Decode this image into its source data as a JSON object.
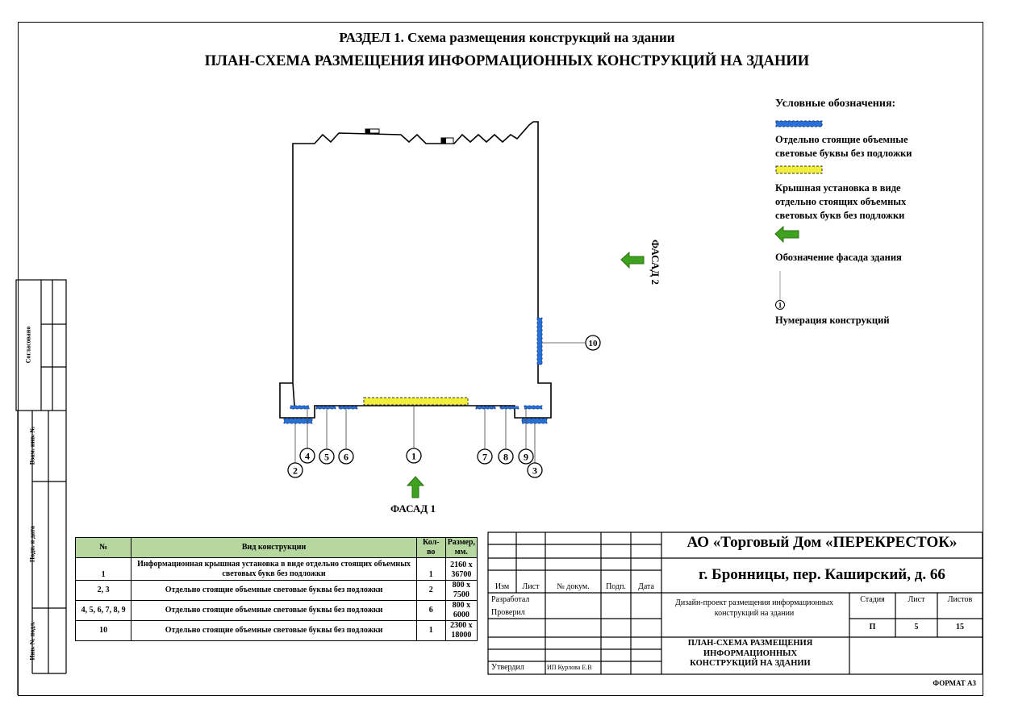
{
  "header": {
    "section_title": "РАЗДЕЛ 1. Схема размещения конструкций на здании",
    "plan_title": "ПЛАН-СХЕМА РАЗМЕЩЕНИЯ ИНФОРМАЦИОННЫХ КОНСТРУКЦИЙ НА ЗДАНИИ"
  },
  "legend": {
    "title": "Условные обозначения:",
    "items": [
      {
        "label": "Отдельно стоящие объемные световые буквы без подложки",
        "color": "#2a6fd6"
      },
      {
        "label": "Крышная установка в виде отдельно стоящих объемных световых букв без подложки",
        "color": "#f2ee3c"
      },
      {
        "label": "Обозначение фасада здания",
        "color": "#3fa21e"
      },
      {
        "label": "Нумерация конструкций",
        "marker": "1"
      }
    ]
  },
  "plan": {
    "facade1": "ФАСАД 1",
    "facade2": "ФАСАД 2",
    "markers": [
      "1",
      "2",
      "3",
      "4",
      "5",
      "6",
      "7",
      "8",
      "9",
      "10"
    ]
  },
  "spec_table": {
    "headers": [
      "№",
      "Вид конструкции",
      "Кол-во",
      "Размер, мм."
    ],
    "rows": [
      [
        "1",
        "Информационная крышная установка в виде отдельно стоящих объемных световых букв без подложки",
        "1",
        "2160 x 36700"
      ],
      [
        "2, 3",
        "Отдельно стоящие объемные световые буквы без подложки",
        "2",
        "800 x 7500"
      ],
      [
        "4, 5, 6, 7, 8, 9",
        "Отдельно стоящие объемные световые буквы без подложки",
        "6",
        "800 x 6000"
      ],
      [
        "10",
        "Отдельно стоящие объемные световые буквы без подложки",
        "1",
        "2300 x 18000"
      ]
    ]
  },
  "title_block": {
    "company": "АО «Торговый Дом «ПЕРЕКРЕСТОК»",
    "address": "г. Бронницы, пер. Каширский, д. 66",
    "cols": [
      "Изм",
      "Лист",
      "№ докум.",
      "Подп.",
      "Дата"
    ],
    "developed": "Разработал",
    "checked": "Проверил",
    "approved": "Утвердил",
    "approver": "ИП Курлова Е.В",
    "project": "Дизайн-проект размещения информационных конструкций на здании",
    "stage_label": "Стадия",
    "sheet_label": "Лист",
    "sheets_label": "Листов",
    "stage": "П",
    "sheet": "5",
    "sheets": "15",
    "drawing_title": "ПЛАН-СХЕМА РАЗМЕЩЕНИЯ ИНФОРМАЦИОННЫХ КОНСТРУКЦИЙ НА ЗДАНИИ",
    "format": "ФОРМАТ А3"
  },
  "side_stamp": {
    "agreed": "Согласовано",
    "inv_replace": "Взам. инв. №",
    "sign_date": "Подп. и дата",
    "inv_orig": "Инв. № подл."
  }
}
